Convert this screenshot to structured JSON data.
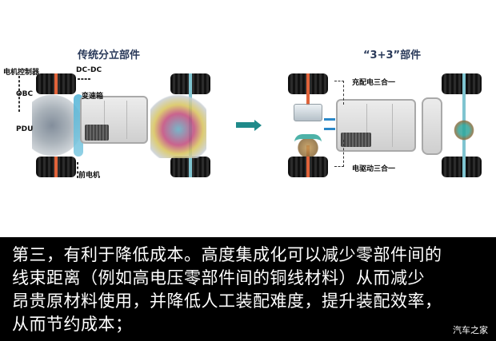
{
  "left_panel": {
    "title": "传统分立部件",
    "labels": {
      "motor_controller": "电机控制器",
      "dcdc": "DC-DC",
      "obc": "OBC",
      "gearbox": "变速箱",
      "pdu": "PDU",
      "front_motor": "前电机"
    }
  },
  "right_panel": {
    "title": "“3+3”部件",
    "labels": {
      "charging_3in1": "充配电三合一",
      "drive_3in1": "电驱动三合一"
    }
  },
  "arrow": {
    "icon": "right-arrow-icon",
    "color": "#1f8a8a"
  },
  "caption": {
    "lines": [
      "第三，有利于降低成本。高度集成化可以减少零部件间的",
      "线束距离（例如高电压零部件间的铜线材料）从而减少",
      "昂贵原材料使用，并降低人工装配难度，提升装配效率，",
      "从而节约成本；"
    ]
  },
  "watermark": "汽车之家"
}
